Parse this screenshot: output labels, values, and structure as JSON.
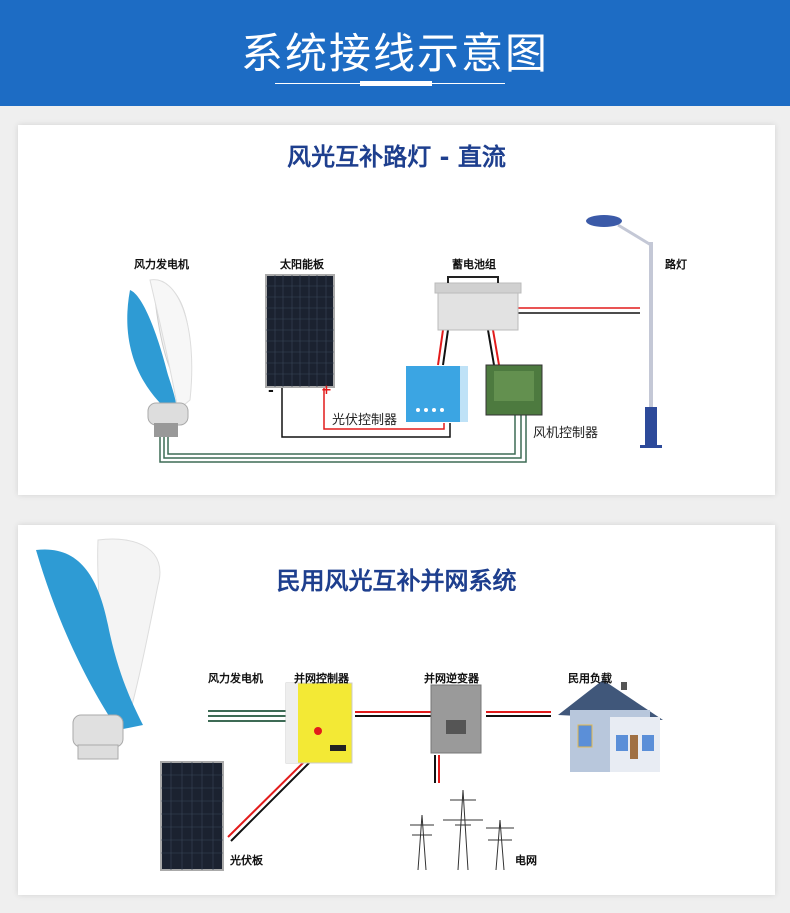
{
  "header": {
    "title": "系统接线示意图"
  },
  "dc_section": {
    "title": "风光互补路灯 - 直流",
    "labels": {
      "wind_turbine": "风力发电机",
      "solar_panel": "太阳能板",
      "battery": "蓄电池组",
      "street_light": "路灯",
      "pv_controller": "光伏控制器",
      "wind_controller": "风机控制器",
      "minus": "-",
      "plus": "+"
    }
  },
  "grid_section": {
    "title": "民用风光互补并网系统",
    "labels": {
      "wind_turbine": "风力发电机",
      "grid_controller": "并网控制器",
      "grid_inverter": "并网逆变器",
      "household_load": "民用负载",
      "pv_panel": "光伏板",
      "power_grid": "电网"
    }
  },
  "colors": {
    "header": "#1d6cc4",
    "title": "#1e3f8e",
    "wire_red": "#e21b1b",
    "wire_black": "#111111",
    "wire_green": "#3d6b55",
    "turbine_blue": "#2e9bd4"
  }
}
